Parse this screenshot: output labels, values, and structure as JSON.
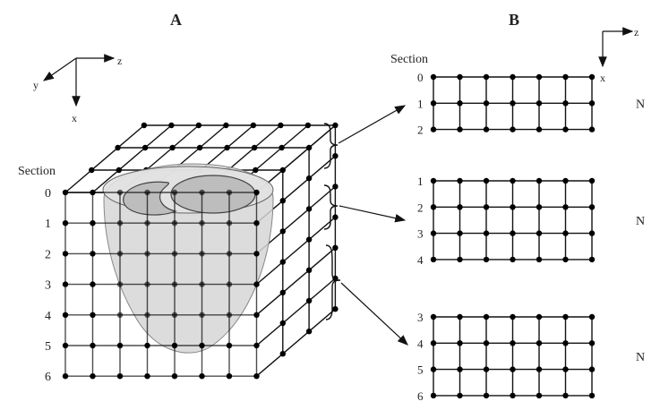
{
  "panel_a": {
    "title": "A",
    "section_heading": "Section",
    "section_labels": [
      "0",
      "1",
      "2",
      "3",
      "4",
      "5",
      "6"
    ],
    "axes": {
      "x": "x",
      "y": "y",
      "z": "z"
    }
  },
  "panel_b": {
    "title": "B",
    "section_heading": "Section",
    "axes": {
      "x": "x",
      "z": "z"
    },
    "groups": [
      {
        "rows": [
          "0",
          "1",
          "2"
        ],
        "label": "N"
      },
      {
        "rows": [
          "1",
          "2",
          "3",
          "4"
        ],
        "label": "N"
      },
      {
        "rows": [
          "3",
          "4",
          "5",
          "6"
        ],
        "label": "N"
      }
    ]
  },
  "colors": {
    "ink": "#111111",
    "heart_fill": "#d6d6d6",
    "chamber_fill": "#bdbdbd"
  }
}
